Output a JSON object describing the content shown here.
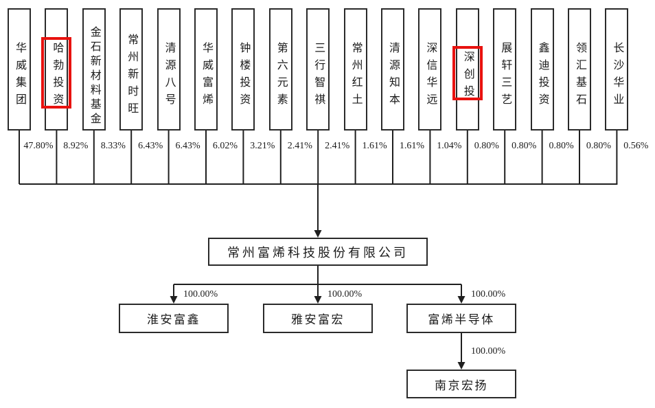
{
  "diagram": {
    "title": "equity ownership structure chart",
    "shareholders": [
      {
        "name": "华威集团",
        "pct": "47.80%",
        "highlighted": false
      },
      {
        "name": "哈勃投资",
        "pct": "8.92%",
        "highlighted": true
      },
      {
        "name": "金石新材料基金",
        "pct": "8.33%",
        "highlighted": false
      },
      {
        "name": "常州新时旺",
        "pct": "6.43%",
        "highlighted": false
      },
      {
        "name": "清源八号",
        "pct": "6.43%",
        "highlighted": false
      },
      {
        "name": "华威富烯",
        "pct": "6.02%",
        "highlighted": false
      },
      {
        "name": "钟楼投资",
        "pct": "3.21%",
        "highlighted": false
      },
      {
        "name": "第六元素",
        "pct": "2.41%",
        "highlighted": false
      },
      {
        "name": "三行智祺",
        "pct": "2.41%",
        "highlighted": false
      },
      {
        "name": "常州红土",
        "pct": "1.61%",
        "highlighted": false
      },
      {
        "name": "清源知本",
        "pct": "1.61%",
        "highlighted": false
      },
      {
        "name": "深信华远",
        "pct": "1.04%",
        "highlighted": false
      },
      {
        "name": "深创投",
        "pct": "0.80%",
        "highlighted": true
      },
      {
        "name": "展轩三艺",
        "pct": "0.80%",
        "highlighted": false
      },
      {
        "name": "鑫迪投资",
        "pct": "0.80%",
        "highlighted": false
      },
      {
        "name": "领汇基石",
        "pct": "0.80%",
        "highlighted": false
      },
      {
        "name": "长沙华业",
        "pct": "0.56%",
        "highlighted": false
      }
    ],
    "company": {
      "name": "常州富烯科技股份有限公司"
    },
    "subsidiaries": [
      {
        "name": "淮安富鑫",
        "pct": "100.00%"
      },
      {
        "name": "雅安富宏",
        "pct": "100.00%"
      },
      {
        "name": "富烯半导体",
        "pct": "100.00%"
      }
    ],
    "sub_subsidiary": {
      "name": "南京宏扬",
      "pct": "100.00%"
    },
    "colors": {
      "line": "#1f1f1f",
      "box_border": "#2a2a2a",
      "highlight": "#e8120f",
      "background": "#ffffff"
    }
  }
}
